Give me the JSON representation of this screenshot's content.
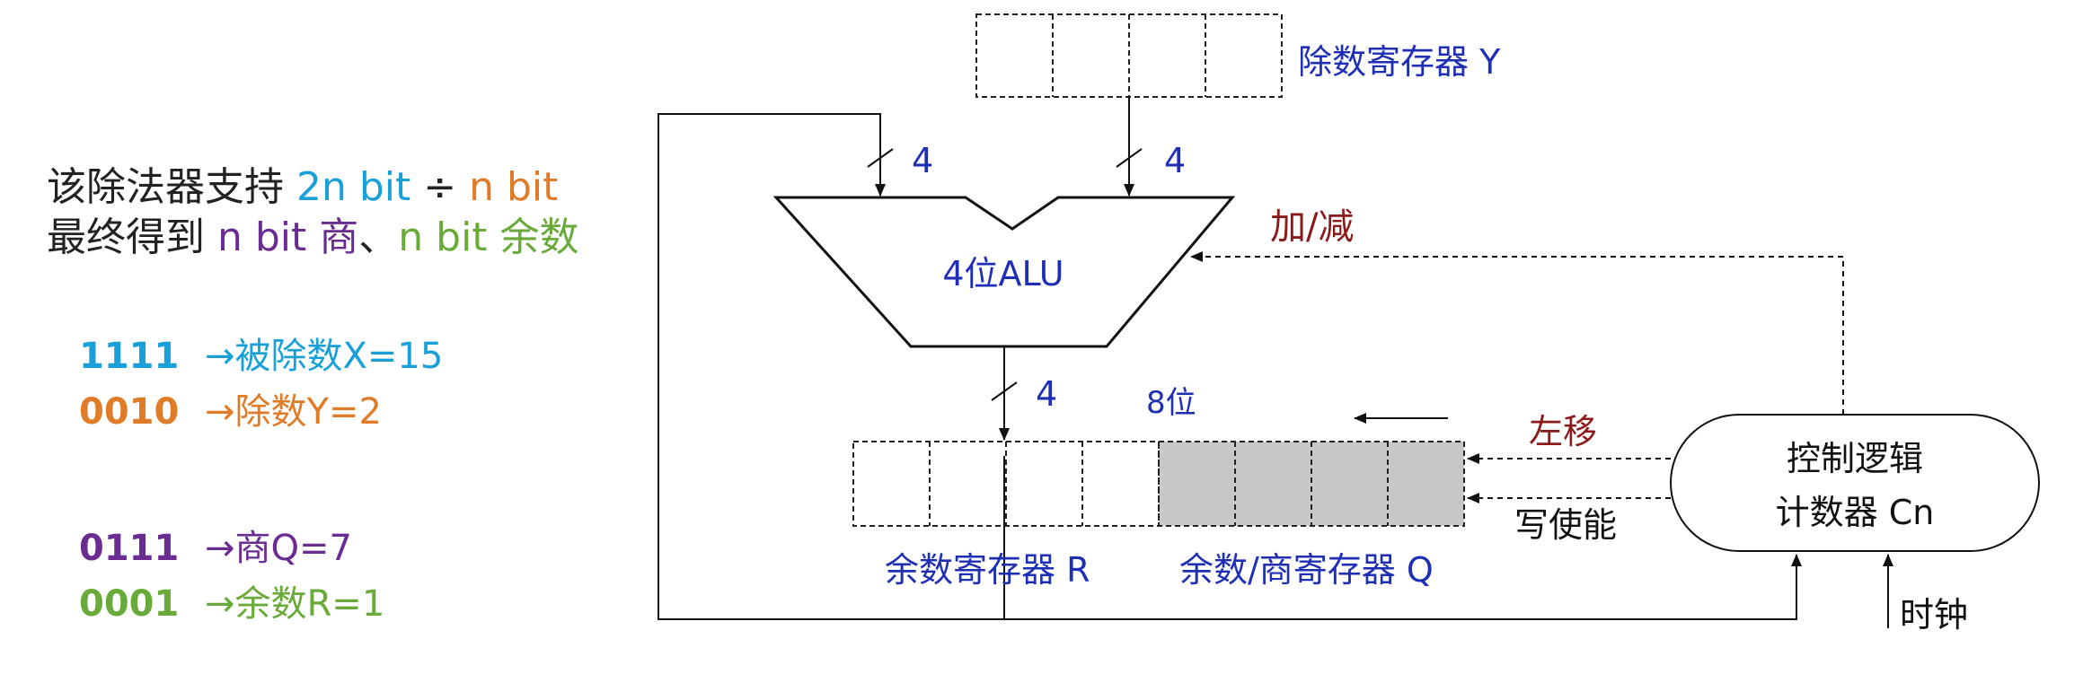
{
  "intro": {
    "line1_prefix": "该除法器支持 ",
    "line1_2n": "2n bit",
    "line1_div": " ÷ ",
    "line1_n": "n bit",
    "line2_prefix": "最终得到 ",
    "line2_quot": "n bit 商",
    "line2_sep": "、",
    "line2_rem": "n bit 余数"
  },
  "examples": [
    {
      "bits": "1111",
      "desc": "→被除数X=15",
      "color": "#1aa0d8"
    },
    {
      "bits": "0010",
      "desc": "→除数Y=2",
      "color": "#e07b28"
    },
    {
      "bits": "0111",
      "desc": "→商Q=7",
      "color": "#6a2c91"
    },
    {
      "bits": "0001",
      "desc": "→余数R=1",
      "color": "#6aaa3a"
    }
  ],
  "diagram": {
    "divisor_reg_label": "除数寄存器 Y",
    "bus_width_1": "4",
    "bus_width_2": "4",
    "bus_width_3": "4",
    "alu_label": "4位ALU",
    "add_sub_label": "加/减",
    "reg_width_label": "8位",
    "shift_left_label": "左移",
    "write_enable_label": "写使能",
    "control_line1": "控制逻辑",
    "control_line2": "计数器 Cn",
    "clock_label": "时钟",
    "remainder_reg_label": "余数寄存器 R",
    "quotient_reg_label": "余数/商寄存器 Q"
  },
  "colors": {
    "blue_label": "#1f2fb5",
    "dark_red": "#8b1a1a",
    "cyan": "#1aa0d8",
    "orange": "#e07b28",
    "purple": "#6a2c91",
    "green": "#6aaa3a",
    "gray_fill": "#c8c8c8"
  }
}
